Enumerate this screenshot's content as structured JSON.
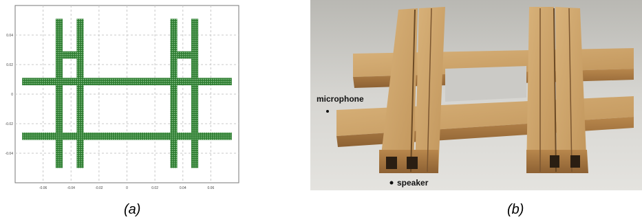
{
  "captions": {
    "a": "(a)",
    "b": "(b)"
  },
  "colors": {
    "layout_fill": "#2f7d32",
    "layout_dots": "#9bd29c",
    "grid": "#c8c8c8",
    "wood": "#c89a60",
    "wood_dark": "#7a5530",
    "floor": "#cfcfcd"
  },
  "chart_data": {
    "type": "scatter",
    "title": "",
    "xlabel": "",
    "ylabel": "",
    "xlim": [
      -0.08,
      0.08
    ],
    "ylim": [
      -0.06,
      0.06
    ],
    "x_ticks": [
      "-0.06",
      "-0.04",
      "-0.02",
      "0",
      "0.02",
      "0.04",
      "0.06"
    ],
    "y_ticks": [
      "0.04",
      "0.02",
      "0",
      "-0.02",
      "-0.04"
    ],
    "grid": true,
    "rectangles": [
      {
        "name": "left-bar-1",
        "x0": -0.051,
        "x1": -0.046,
        "y0": -0.05,
        "y1": 0.051
      },
      {
        "name": "left-bar-2",
        "x0": -0.036,
        "x1": -0.031,
        "y0": -0.05,
        "y1": 0.051
      },
      {
        "name": "left-bridge",
        "x0": -0.046,
        "x1": -0.036,
        "y0": 0.024,
        "y1": 0.029
      },
      {
        "name": "right-bar-1",
        "x0": 0.031,
        "x1": 0.036,
        "y0": -0.05,
        "y1": 0.051
      },
      {
        "name": "right-bar-2",
        "x0": 0.046,
        "x1": 0.051,
        "y0": -0.05,
        "y1": 0.051
      },
      {
        "name": "right-bridge",
        "x0": 0.036,
        "x1": 0.046,
        "y0": 0.024,
        "y1": 0.029
      },
      {
        "name": "top-horizontal-bar",
        "x0": -0.075,
        "x1": 0.075,
        "y0": 0.006,
        "y1": 0.011
      },
      {
        "name": "bottom-horizontal-bar",
        "x0": -0.075,
        "x1": 0.075,
        "y0": -0.031,
        "y1": -0.026
      }
    ]
  },
  "photo": {
    "labels": {
      "microphone": "microphone",
      "speaker": "speaker"
    }
  }
}
